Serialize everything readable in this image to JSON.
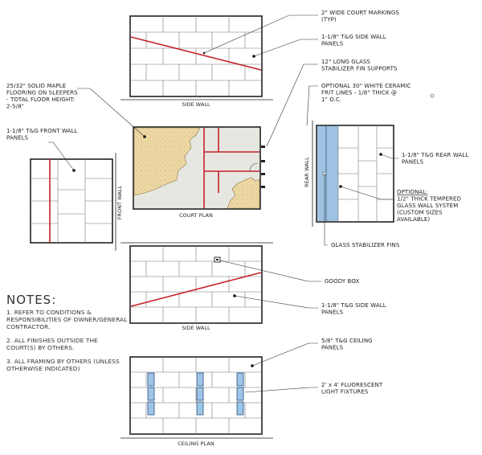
{
  "labels": {
    "court_markings": [
      "2\" WIDE COURT MARKINGS",
      "(TYP)"
    ],
    "side_wall_panels_top": [
      "1-1/8\" T&G SIDE WALL",
      "PANELS"
    ],
    "glass_fin_supports": [
      "12\" LONG GLASS",
      "STABILIZER FIN SUPPORTS"
    ],
    "maple_flooring": [
      "25/32\" SOLID MAPLE",
      "FLOORING ON SLEEPERS",
      "- TOTAL FLOOR HEIGHT:",
      "2-5/8\""
    ],
    "frit_lines": [
      "OPTIONAL 30\" WHITE CERAMIC",
      "FRIT LINES - 1/8\" THICK @",
      "1\" O.C."
    ],
    "front_wall_panels": [
      "1-1/8\" T&G FRONT WALL",
      "PANELS"
    ],
    "rear_wall_panels": [
      "1-1/8\" T&G REAR WALL",
      "PANELS"
    ],
    "tempered_glass": [
      "OPTIONAL:",
      "1/2\" THICK TEMPERED",
      "GLASS WALL SYSTEM",
      "(CUSTOM SIZES",
      "AVAILABLE)"
    ],
    "glass_fins": "GLASS STABILIZER FINS",
    "goody_box": "GOODY BOX",
    "side_wall_panels_bottom": [
      "1-1/8\" T&G SIDE WALL",
      "PANELS"
    ],
    "ceiling_panels": [
      "5/8\" T&G CEILING",
      "PANELS"
    ],
    "fluorescent": [
      "2' x 4' FLUORESCENT",
      "LIGHT FIXTURES"
    ]
  },
  "captions": {
    "side_wall_top": "SIDE WALL",
    "court_plan": "COURT PLAN",
    "front_wall": "FRONT WALL",
    "rear_wall": "REAR WALL",
    "side_wall_bottom": "SIDE WALL",
    "ceiling_plan": "CEILING PLAN"
  },
  "notes": {
    "title": "NOTES:",
    "items": [
      [
        "1. REFER TO CONDITIONS &",
        "RESPONSIBILITIES OF OWNER/GENERAL",
        "CONTRACTOR."
      ],
      [
        "2. ALL FINISHES OUTSIDE THE",
        "COURT(S) BY OTHERS."
      ],
      [
        "3. ALL FRAMING BY OTHERS (UNLESS",
        "OTHERWISE INDICATED)"
      ]
    ]
  },
  "colors": {
    "court_line": "#c8202a",
    "maple": "#ecd7a3",
    "court_floor": "#e7e7e2",
    "glass": "#a9cdeb",
    "fixture": "#9ec4e8",
    "wall_stroke": "#222222"
  }
}
